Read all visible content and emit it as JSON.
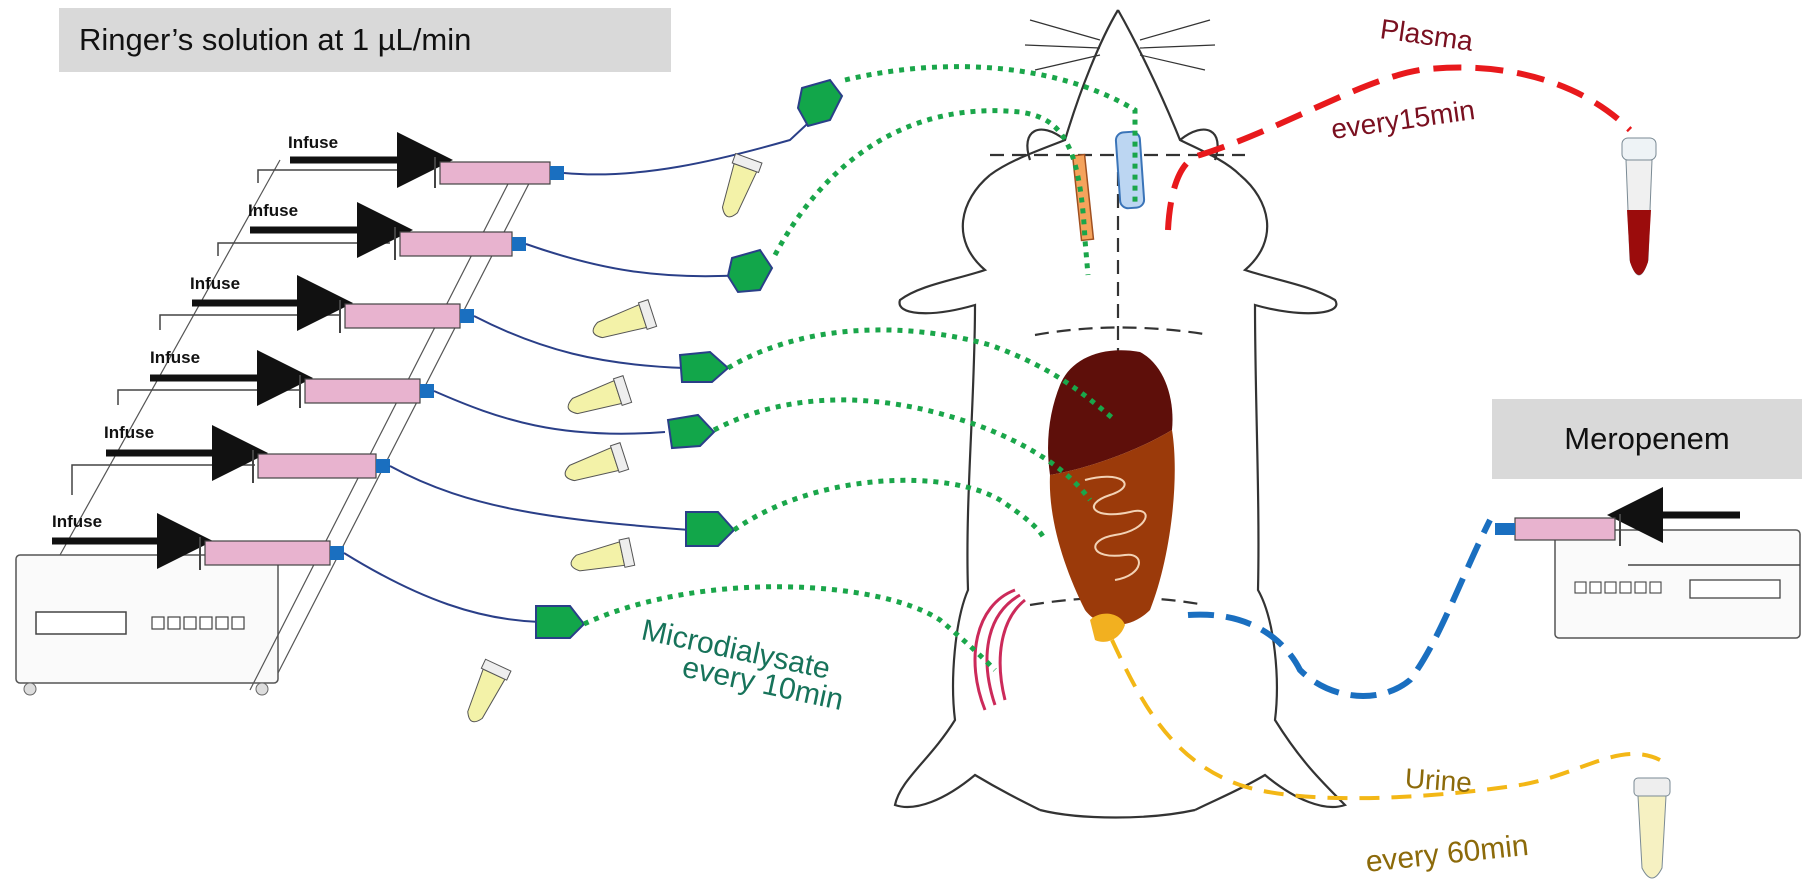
{
  "ringer_box": {
    "text": "Ringer’s solution at 1 µL/min"
  },
  "meropenem_box": {
    "text": "Meropenem"
  },
  "pump_labels": [
    "Infuse",
    "Infuse",
    "Infuse",
    "Infuse",
    "Infuse",
    "Infuse"
  ],
  "annotations": {
    "plasma": "Plasma",
    "plasma_interval": "every15min",
    "microdialysate_line1": "Microdialysate",
    "microdialysate_line2": "every 10min",
    "urine": "Urine",
    "urine_interval": "every 60min"
  },
  "colors": {
    "plasma": "#e8191c",
    "plasma_text": "#7a1020",
    "microdialysis": "#1aa64a",
    "microdialysate_text": "#17735a",
    "urine": "#f3b716",
    "urine_text": "#8c6a0a",
    "dosing_line": "#1a6fc0",
    "probe_head": "#12a64a",
    "tubing": "#2a3f88",
    "syringe_barrel": "#e8b3cf",
    "liver": "#5e0f0a",
    "intestine": "#9b3a0a",
    "muscle": "#cc2a5a",
    "label_box": "#d9d9d9"
  },
  "icons": [
    "syringe-pump-icon",
    "syringe-icon",
    "collection-tube-icon",
    "blood-tube-icon",
    "urine-tube-icon",
    "rat-outline-icon",
    "microdialysis-probe-icon"
  ]
}
